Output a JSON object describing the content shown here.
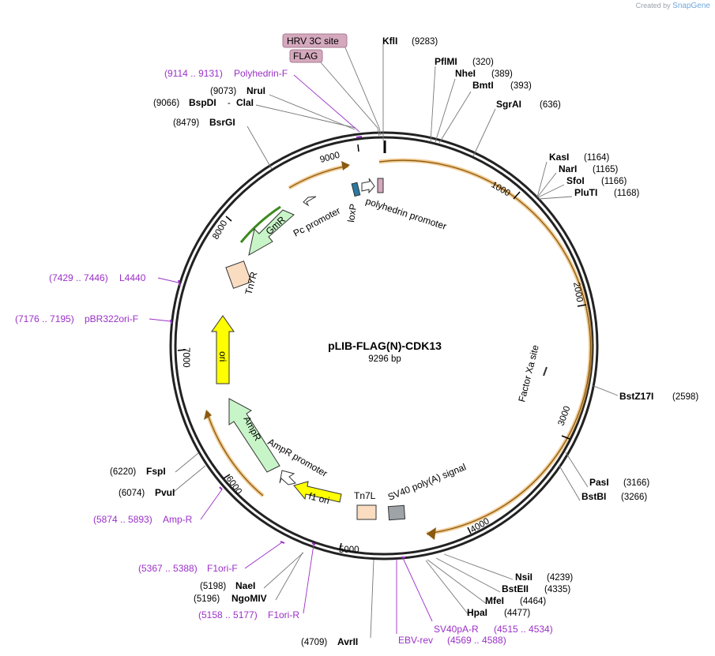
{
  "credit": {
    "prefix": "Created by",
    "brand": "SnapGene"
  },
  "plasmid": {
    "name": "pLIB-FLAG(N)-CDK13",
    "length": "9296 bp"
  },
  "boxed_labels": [
    "HRV 3C site",
    "FLAG"
  ],
  "enzymes": [
    {
      "name": "KflI",
      "pos": "(9283)"
    },
    {
      "name": "PflMI",
      "pos": "(320)"
    },
    {
      "name": "NheI",
      "pos": "(389)"
    },
    {
      "name": "BmtI",
      "pos": "(393)"
    },
    {
      "name": "SgrAI",
      "pos": "(636)"
    },
    {
      "name": "KasI",
      "pos": "(1164)"
    },
    {
      "name": "NarI",
      "pos": "(1165)"
    },
    {
      "name": "SfoI",
      "pos": "(1166)"
    },
    {
      "name": "PluTI",
      "pos": "(1168)"
    },
    {
      "name": "BstZ17I",
      "pos": "(2598)"
    },
    {
      "name": "PasI",
      "pos": "(3166)"
    },
    {
      "name": "BstBI",
      "pos": "(3266)"
    },
    {
      "name": "NsiI",
      "pos": "(4239)"
    },
    {
      "name": "BstEII",
      "pos": "(4335)"
    },
    {
      "name": "MfeI",
      "pos": "(4464)"
    },
    {
      "name": "HpaI",
      "pos": "(4477)"
    },
    {
      "name": "AvrII",
      "pos": "(4709)"
    },
    {
      "name": "NaeI",
      "pos": "(5198)"
    },
    {
      "name": "NgoMIV",
      "pos": "(5196)"
    },
    {
      "name": "PvuI",
      "pos": "(6074)"
    },
    {
      "name": "FspI",
      "pos": "(6220)"
    },
    {
      "name": "BsrGI",
      "pos": "(8479)"
    },
    {
      "name": "BspDI",
      "pos": "(9066)"
    },
    {
      "name": "ClaI",
      "pos": ""
    },
    {
      "name": "NruI",
      "pos": "(9073)"
    }
  ],
  "primers": [
    {
      "name": "Polyhedrin-F",
      "range": "(9114 .. 9131)"
    },
    {
      "name": "L4440",
      "range": "(7429 .. 7446)"
    },
    {
      "name": "pBR322ori-F",
      "range": "(7176 .. 7195)"
    },
    {
      "name": "Amp-R",
      "range": "(5874 .. 5893)"
    },
    {
      "name": "F1ori-F",
      "range": "(5367 .. 5388)"
    },
    {
      "name": "F1ori-R",
      "range": "(5158 .. 5177)"
    },
    {
      "name": "SV40pA-R",
      "range": "(4515 .. 4534)"
    },
    {
      "name": "EBV-rev",
      "range": "(4569 .. 4588)"
    }
  ],
  "features": {
    "polyhedrin_promoter": "polyhedrin promoter",
    "loxp": "loxP",
    "pc_promoter": "Pc promoter",
    "gmr": "GmR",
    "tn7r": "Tn7R",
    "ori": "ori",
    "ampr": "AmpR",
    "ampr_promoter": "AmpR promoter",
    "f1_ori": "f1 ori",
    "tn7l": "Tn7L",
    "sv40": "SV40 poly(A) signal",
    "factor_xa": "Factor Xa site"
  },
  "ticks": [
    "1000",
    "2000",
    "3000",
    "4000",
    "5000",
    "6000",
    "7000",
    "8000",
    "9000"
  ],
  "colors": {
    "backbone": "#222222",
    "insert": "#e8a33d",
    "promoter_arrow": "#ffffff",
    "marker": "#c8f5c8",
    "ori": "#ffff00",
    "term": "#9ea3a8",
    "tn7": "#fadcc0",
    "primer": "#9b30c8",
    "box": "#d4a9bd"
  }
}
